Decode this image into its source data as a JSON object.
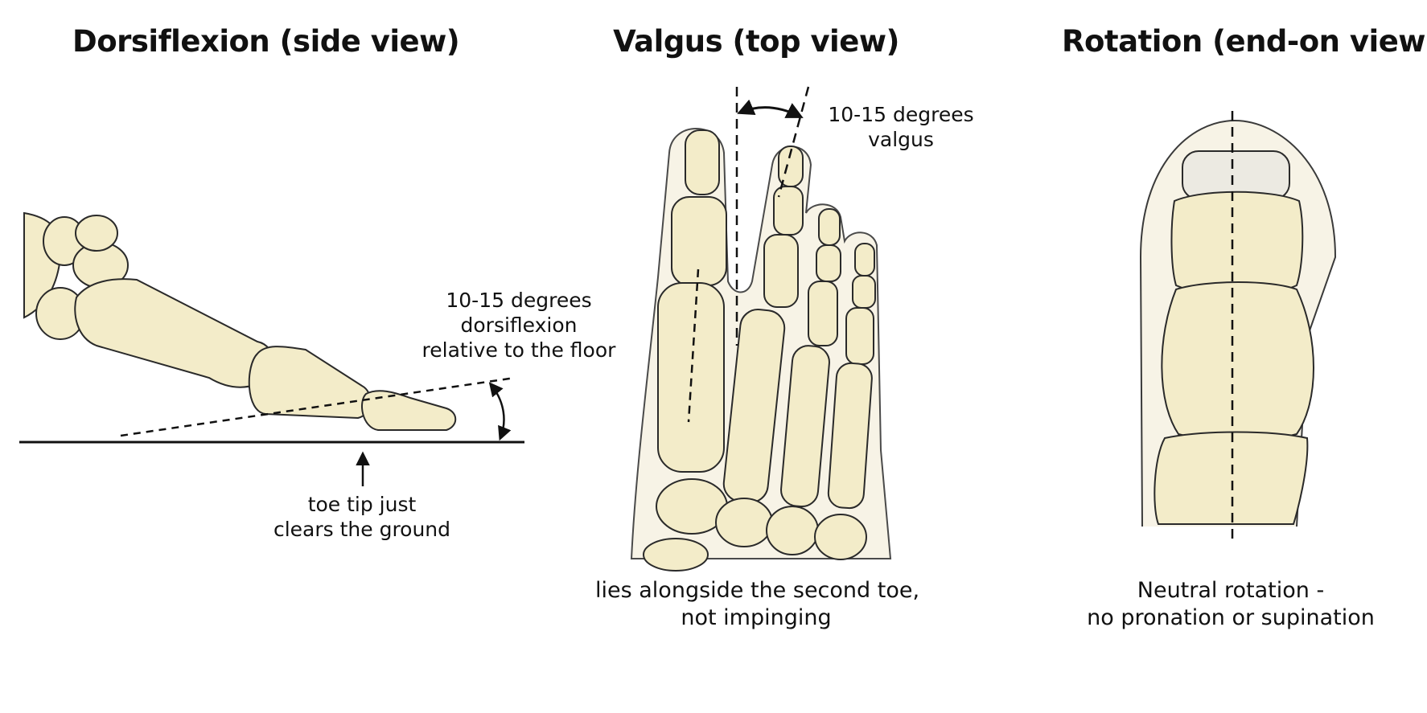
{
  "panels": [
    {
      "title": "Dorsiflexion (side view)",
      "angle_label": [
        "10-15 degrees",
        "dorsiflexion",
        "relative to the floor"
      ],
      "floor_label": [
        "toe tip just",
        "clears the ground"
      ]
    },
    {
      "title": "Valgus (top view)",
      "angle_label": [
        "10-15 degrees",
        "valgus"
      ],
      "caption": [
        "lies alongside the second toe,",
        "not impinging"
      ]
    },
    {
      "title": "Rotation (end-on view)",
      "caption": [
        "Neutral rotation -",
        "no pronation or supination"
      ]
    }
  ],
  "colors": {
    "bone": "#f3ecc9",
    "bone_shade": "#e2d7a9",
    "outline": "#2a2a2a",
    "skin": "#ece8da"
  }
}
